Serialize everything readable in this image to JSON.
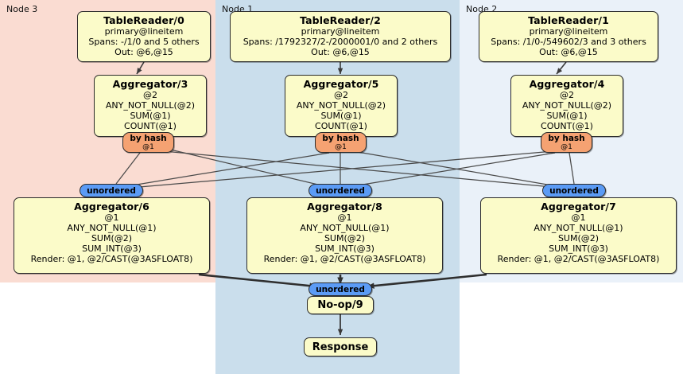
{
  "diagram": {
    "type": "distributed-query-execution-plan",
    "panels": [
      {
        "id": "node3",
        "label": "Node 3",
        "color": "#fadcd2"
      },
      {
        "id": "node1",
        "label": "Node 1",
        "color": "#cadeec"
      },
      {
        "id": "node2",
        "label": "Node 2",
        "color": "#eaf1f9"
      }
    ],
    "colors": {
      "box_fill": "#fbfbc9",
      "box_stroke": "#2b2b2b",
      "hash_fill": "#f5a272",
      "unordered_fill": "#5b9bf5",
      "edge": "#404040"
    },
    "table_readers": [
      {
        "id": "tr0",
        "title": "TableReader/0",
        "lines": [
          "primary@lineitem",
          "Spans: -/1/0 and 5 others",
          "Out: @6,@15"
        ]
      },
      {
        "id": "tr2",
        "title": "TableReader/2",
        "lines": [
          "primary@lineitem",
          "Spans: /1792327/2-/2000001/0 and 2 others",
          "Out: @6,@15"
        ]
      },
      {
        "id": "tr1",
        "title": "TableReader/1",
        "lines": [
          "primary@lineitem",
          "Spans: /1/0-/549602/3 and 3 others",
          "Out: @6,@15"
        ]
      }
    ],
    "local_aggregators": [
      {
        "id": "agg3",
        "title": "Aggregator/3",
        "lines": [
          "@2",
          "ANY_NOT_NULL(@2)",
          "SUM(@1)",
          "COUNT(@1)"
        ]
      },
      {
        "id": "agg5",
        "title": "Aggregator/5",
        "lines": [
          "@2",
          "ANY_NOT_NULL(@2)",
          "SUM(@1)",
          "COUNT(@1)"
        ]
      },
      {
        "id": "agg4",
        "title": "Aggregator/4",
        "lines": [
          "@2",
          "ANY_NOT_NULL(@2)",
          "SUM(@1)",
          "COUNT(@1)"
        ]
      }
    ],
    "hash_routers": [
      {
        "id": "hash3",
        "title": "by hash",
        "column": "@1"
      },
      {
        "id": "hash5",
        "title": "by hash",
        "column": "@1"
      },
      {
        "id": "hash4",
        "title": "by hash",
        "column": "@1"
      }
    ],
    "unordered_inputs": [
      {
        "id": "unord6",
        "label": "unordered"
      },
      {
        "id": "unord8",
        "label": "unordered"
      },
      {
        "id": "unord7",
        "label": "unordered"
      }
    ],
    "final_aggregators": [
      {
        "id": "agg6",
        "title": "Aggregator/6",
        "lines": [
          "@1",
          "ANY_NOT_NULL(@1)",
          "SUM(@2)",
          "SUM_INT(@3)",
          "Render: @1, @2/CAST(@3ASFLOAT8)"
        ]
      },
      {
        "id": "agg8",
        "title": "Aggregator/8",
        "lines": [
          "@1",
          "ANY_NOT_NULL(@1)",
          "SUM(@2)",
          "SUM_INT(@3)",
          "Render: @1, @2/CAST(@3ASFLOAT8)"
        ]
      },
      {
        "id": "agg7",
        "title": "Aggregator/7",
        "lines": [
          "@1",
          "ANY_NOT_NULL(@1)",
          "SUM(@2)",
          "SUM_INT(@3)",
          "Render: @1, @2/CAST(@3ASFLOAT8)"
        ]
      }
    ],
    "merge_unordered": {
      "id": "unord9",
      "label": "unordered"
    },
    "noop": {
      "id": "noop9",
      "label": "No-op/9"
    },
    "response": {
      "id": "response",
      "label": "Response"
    }
  }
}
